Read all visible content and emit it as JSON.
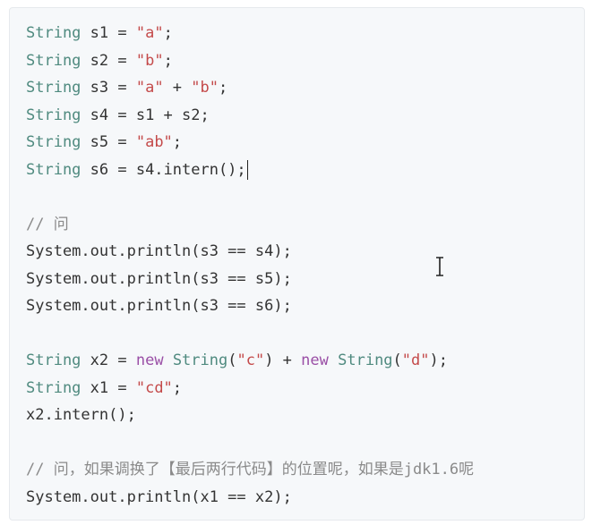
{
  "code": {
    "l1": {
      "t": "String",
      "v": " s1 = ",
      "s": "\"a\"",
      "e": ";"
    },
    "l2": {
      "t": "String",
      "v": " s2 = ",
      "s": "\"b\"",
      "e": ";"
    },
    "l3": {
      "t": "String",
      "v": " s3 = ",
      "s": "\"a\"",
      "op": " + ",
      "s2": "\"b\"",
      "e": ";"
    },
    "l4": {
      "t": "String",
      "v": " s4 = s1 + s2;"
    },
    "l5": {
      "t": "String",
      "v": " s5 = ",
      "s": "\"ab\"",
      "e": ";"
    },
    "l6": {
      "t": "String",
      "v": " s6 = s4.intern();"
    },
    "c1": "// 问",
    "p1": "System.out.println(s3 == s4);",
    "p2": "System.out.println(s3 == s5);",
    "p3": "System.out.println(s3 == s6);",
    "l7": {
      "t": "String",
      "v": " x2 = ",
      "n1": "new",
      "sp": " ",
      "t2": "String",
      "o1": "(",
      "s": "\"c\"",
      "c1": ") + ",
      "n2": "new",
      "sp2": " ",
      "t3": "String",
      "o2": "(",
      "s2": "\"d\"",
      "c2": ");"
    },
    "l8": {
      "t": "String",
      "v": " x1 = ",
      "s": "\"cd\"",
      "e": ";"
    },
    "l9": "x2.intern();",
    "c2": "// 问，如果调换了【最后两行代码】的位置呢，如果是jdk1.6呢",
    "p4": "System.out.println(x1 == x2);"
  },
  "colors": {
    "type": "#4f8a7f",
    "keyword_new": "#9a4fa6",
    "string": "#c44a4a",
    "comment": "#8a8a8a",
    "text": "#333333",
    "background": "#f6f8fa"
  },
  "icons": {
    "cursor": "text-ibeam-cursor"
  }
}
